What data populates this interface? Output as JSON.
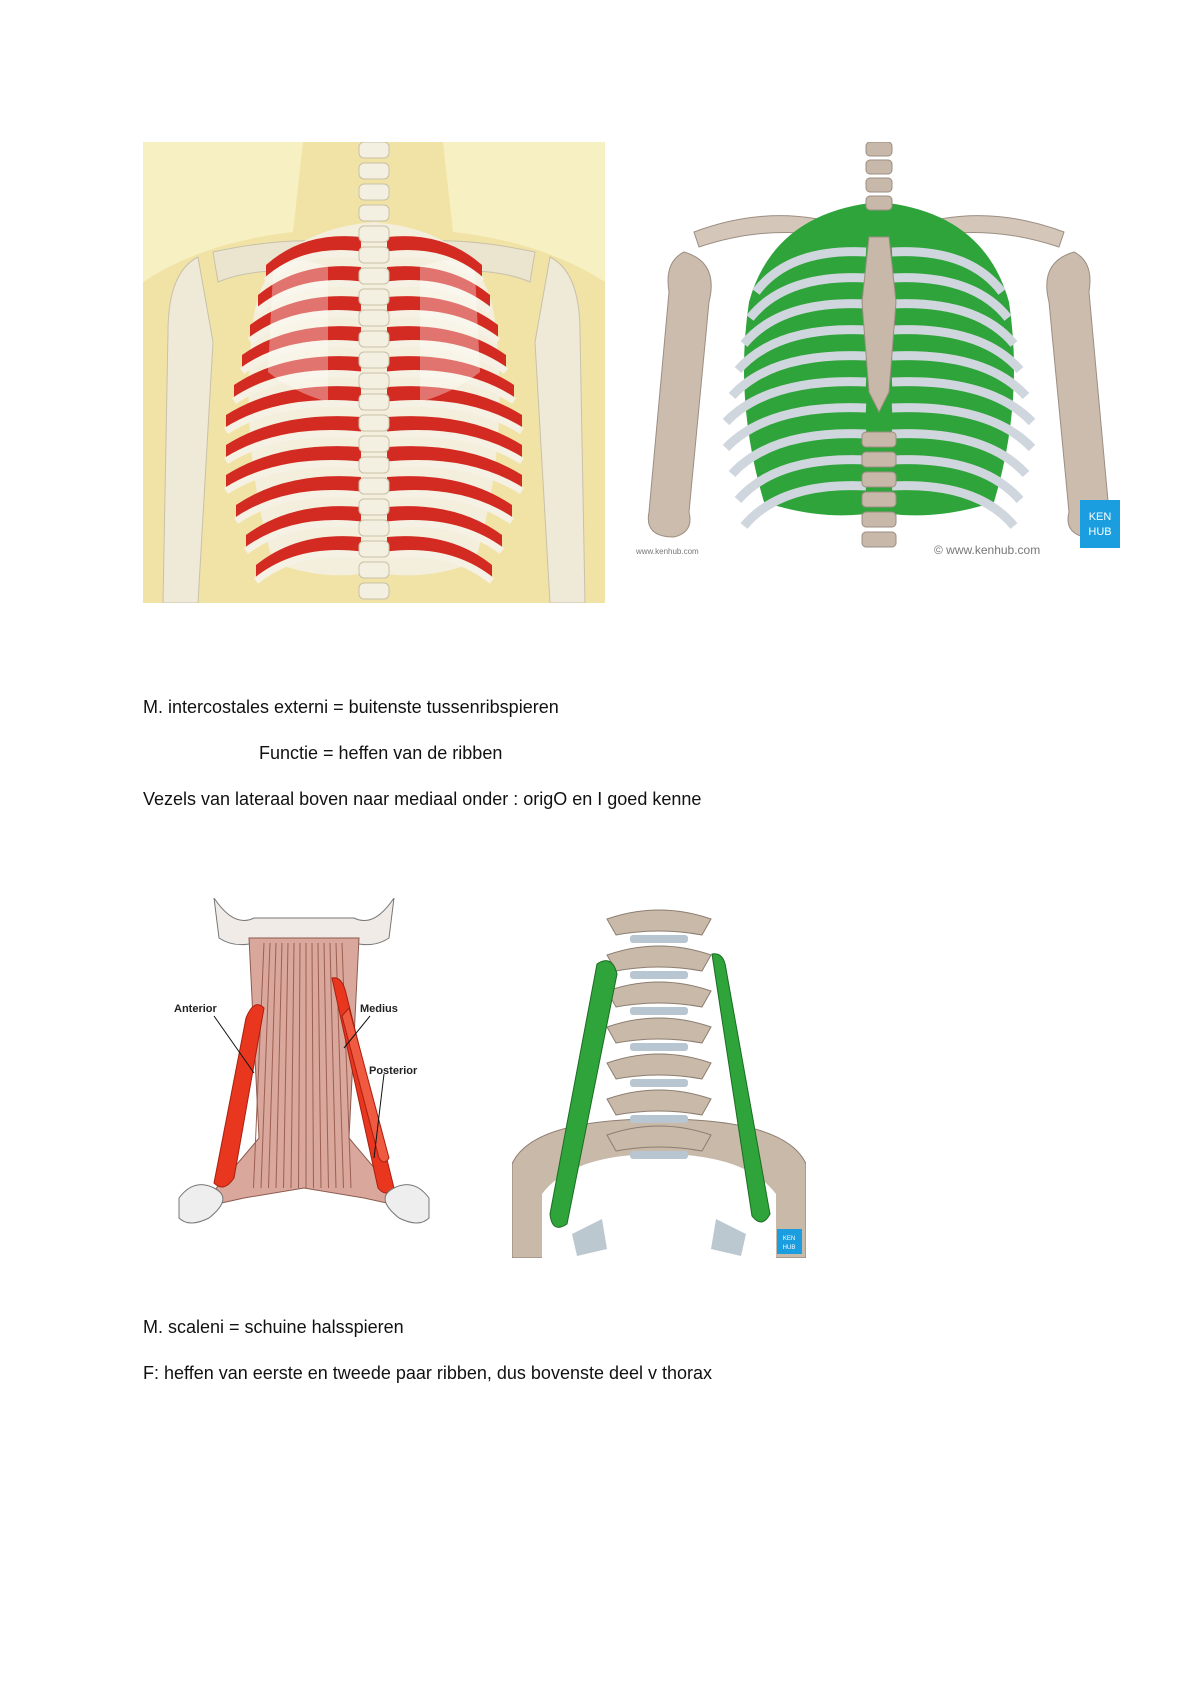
{
  "section1": {
    "figures": {
      "red_thorax": {
        "muscle_color": "#d32a22",
        "background_color": "#f7f0c2"
      },
      "green_thorax": {
        "muscle_color": "#2ea43a",
        "badge_color": "#1a9ee0",
        "watermark_left": "www.kenhub.com",
        "watermark_right": "© www.kenhub.com",
        "badge_line1": "KEN",
        "badge_line2": "HUB"
      }
    },
    "line1": "M. intercostales externi  = buitenste tussenribspieren",
    "line2": "Functie = heffen van de ribben",
    "line3": "Vezels van lateraal boven naar mediaal onder  : origO en I goed kenne"
  },
  "section2": {
    "figures": {
      "scaleni_drawing": {
        "muscle_color": "#e8361f",
        "label_anterior": "Anterior",
        "label_medius": "Medius",
        "label_posterior": "Posterior"
      },
      "scaleni_green": {
        "muscle_color": "#2ea43a",
        "badge_line1": "KEN",
        "badge_line2": "HUB"
      }
    },
    "line1": "M. scaleni = schuine halsspieren",
    "line2": "F: heffen van eerste en tweede paar ribben, dus bovenste deel v thorax"
  }
}
